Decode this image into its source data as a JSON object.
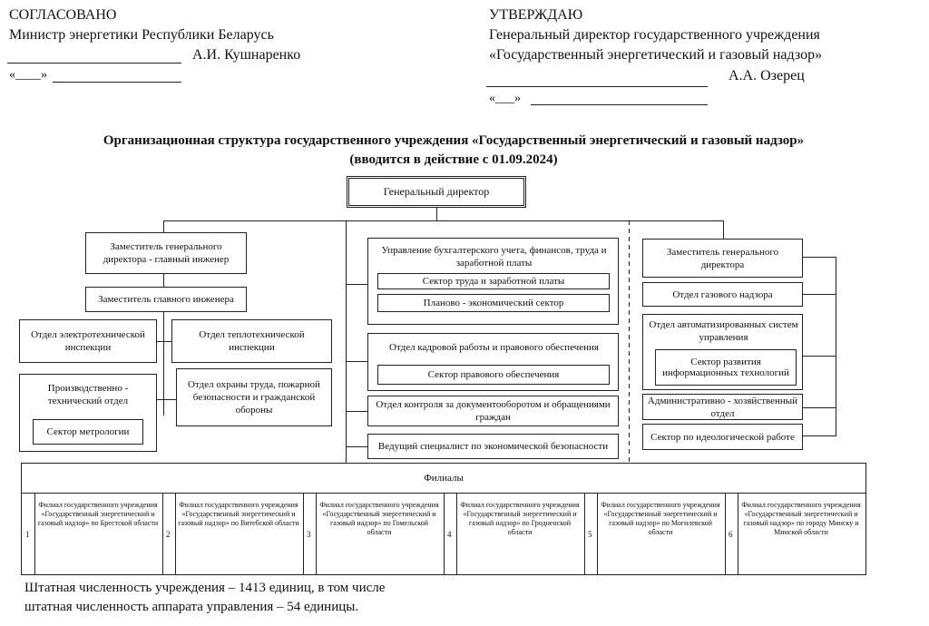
{
  "header": {
    "left": {
      "title": "СОГЛАСОВАНО",
      "position": "Министр энергетики Республики Беларусь",
      "name": "А.И. Кушнаренко",
      "date": "«____»"
    },
    "right": {
      "title": "УТВЕРЖДАЮ",
      "position_line1": "Генеральный директор государственного учреждения",
      "position_line2": "«Государственный энергетический и газовый надзор»",
      "name": "А.А. Озерец",
      "date": "«___»"
    }
  },
  "doc_title": {
    "line1": "Организационная структура государственного учреждения «Государственный энергетический и газовый надзор»",
    "line2": "(вводится в действие с 01.09.2024)"
  },
  "chart": {
    "general_director": "Генеральный директор",
    "left": {
      "deputy_chief_engineer": "Заместитель генерального директора - главный инженер",
      "deputy_chief_engineer_2": "Заместитель главного инженера",
      "electrotech_dept": "Отдел электротехнической инспекции",
      "heattech_dept": "Отдел теплотехнической инспекции",
      "production_dept": "Производственно - технический отдел",
      "metrology_sector": "Сектор метрологии",
      "safety_dept": "Отдел охраны труда, пожарной безопасности и гражданской обороны"
    },
    "middle": {
      "accounting_dept": "Управление бухгалтерского учета, финансов, труда и заработной платы",
      "labor_sector": "Сектор труда и заработной платы",
      "planning_sector": "Планово - экономический сектор",
      "hr_dept": "Отдел кадровой работы и правового обеспечения",
      "legal_sector": "Сектор правового обеспечения",
      "doc_control_dept": "Отдел контроля за документооборотом и обращениями граждан",
      "lead_security": "Ведущий специалист по экономической безопасности"
    },
    "right": {
      "deputy_director": "Заместитель генерального директора",
      "gas_dept": "Отдел газового надзора",
      "asu_dept": "Отдел автоматизированных систем управления",
      "it_sector": "Сектор развития информационных технологий",
      "admin_dept": "Административно - хозяйственный отдел",
      "ideology_sector": "Сектор по идеологической работе"
    },
    "branches": {
      "title": "Филиалы",
      "items": [
        {
          "num": "1",
          "text": "Филиал государственного учреждения «Государственный энергетический и газовый надзор» по Брестской области"
        },
        {
          "num": "2",
          "text": "Филиал государственного учреждения «Государственный энергетический и газовый надзор» по Витебской области"
        },
        {
          "num": "3",
          "text": "Филиал государственного учреждения «Государственный энергетический и газовый надзор» по Гомельской области"
        },
        {
          "num": "4",
          "text": "Филиал государственного учреждения «Государственный энергетический и газовый надзор» по Гродненской области"
        },
        {
          "num": "5",
          "text": "Филиал государственного учреждения «Государственный энергетический и газовый надзор» по Могилевской области"
        },
        {
          "num": "6",
          "text": "Филиал государственного учреждения «Государственный энергетический и газовый надзор» по городу Минску и Минской области"
        }
      ]
    }
  },
  "footer": {
    "line1": "Штатная численность учреждения – 1413 единиц, в том числе",
    "line2": "штатная численность аппарата управления – 54 единицы."
  }
}
